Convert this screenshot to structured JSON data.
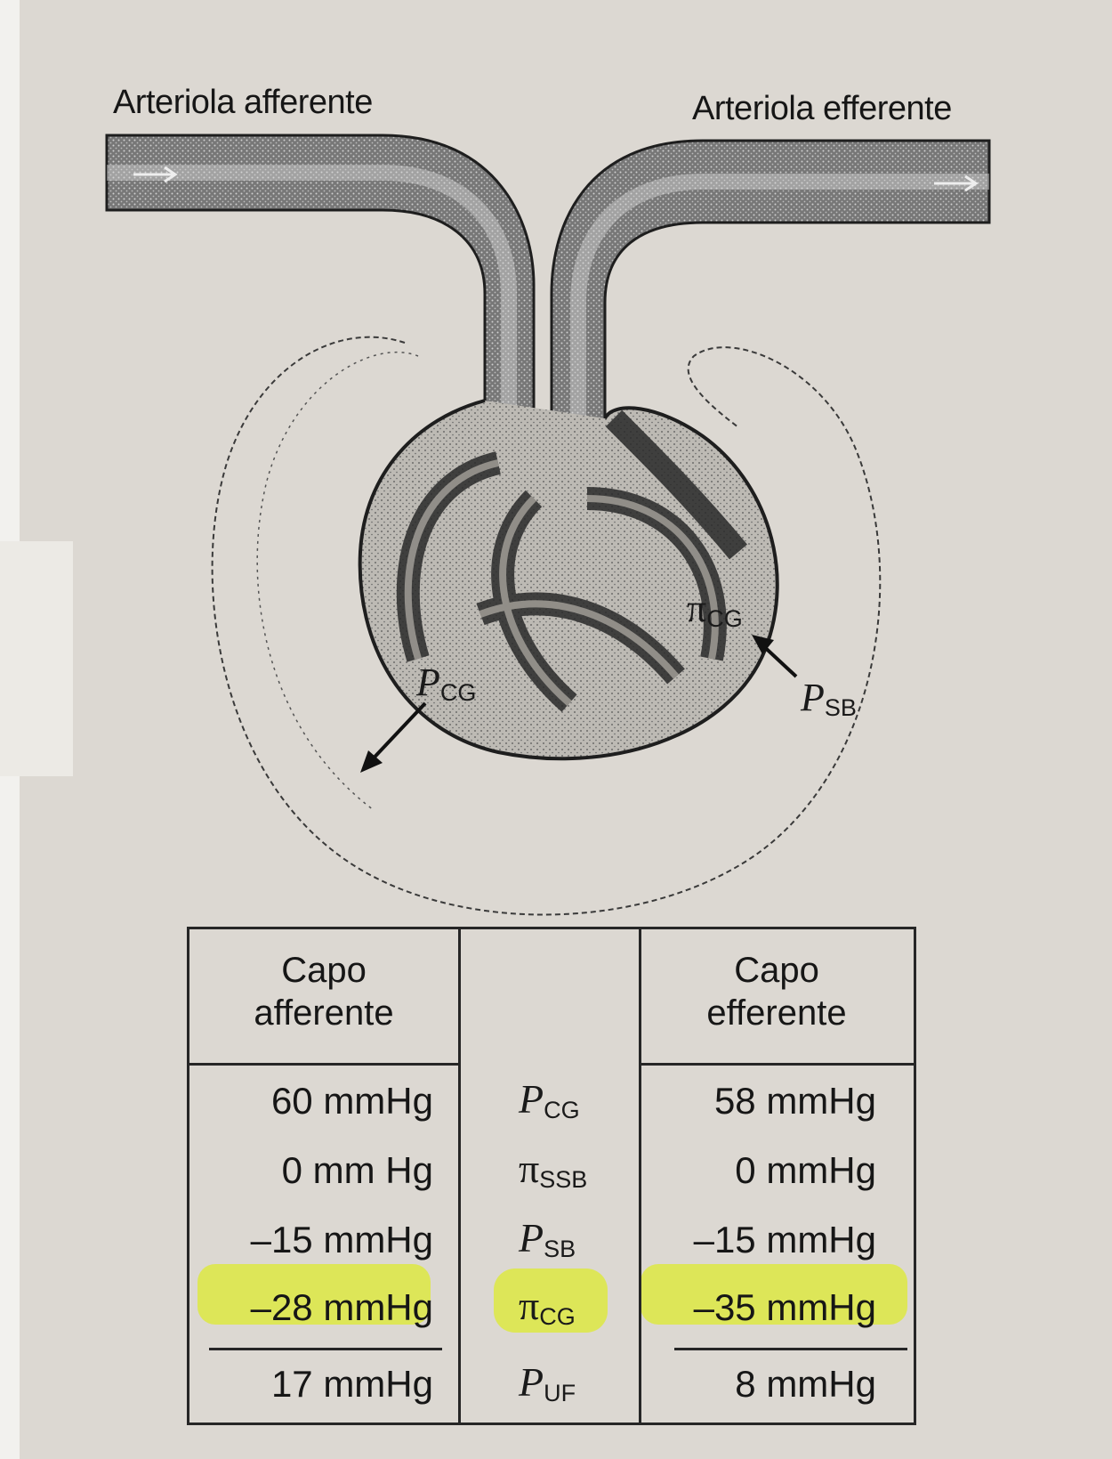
{
  "diagram": {
    "labels": {
      "afferent_arteriole": "Arteriola afferente",
      "efferent_arteriole": "Arteriola efferente"
    },
    "pressure_symbols": {
      "pcg": {
        "base": "P",
        "sub": "CG"
      },
      "pi_cg": {
        "base": "π",
        "sub": "CG"
      },
      "psb": {
        "base": "P",
        "sub": "SB"
      }
    }
  },
  "table": {
    "headers": {
      "afferent_line1": "Capo",
      "afferent_line2": "afferente",
      "efferent_line1": "Capo",
      "efferent_line2": "efferente"
    },
    "rows": [
      {
        "afferent": "60 mmHg",
        "symbol_base": "P",
        "symbol_sub": "CG",
        "efferent": "58 mmHg",
        "highlighted": false
      },
      {
        "afferent": "0 mm Hg",
        "symbol_base": "π",
        "symbol_sub": "SSB",
        "efferent": "0 mmHg",
        "highlighted": false
      },
      {
        "afferent": "–15 mmHg",
        "symbol_base": "P",
        "symbol_sub": "SB",
        "efferent": "–15 mmHg",
        "highlighted": false
      },
      {
        "afferent": "–28 mmHg",
        "symbol_base": "π",
        "symbol_sub": "CG",
        "efferent": "–35 mmHg",
        "highlighted": true
      }
    ],
    "total": {
      "afferent": "17 mmHg",
      "symbol_base": "P",
      "symbol_sub": "UF",
      "efferent": "8 mmHg"
    }
  },
  "colors": {
    "highlight": "#dde84a",
    "ink": "#1a1a1a",
    "paper": "#dcd8d2"
  }
}
